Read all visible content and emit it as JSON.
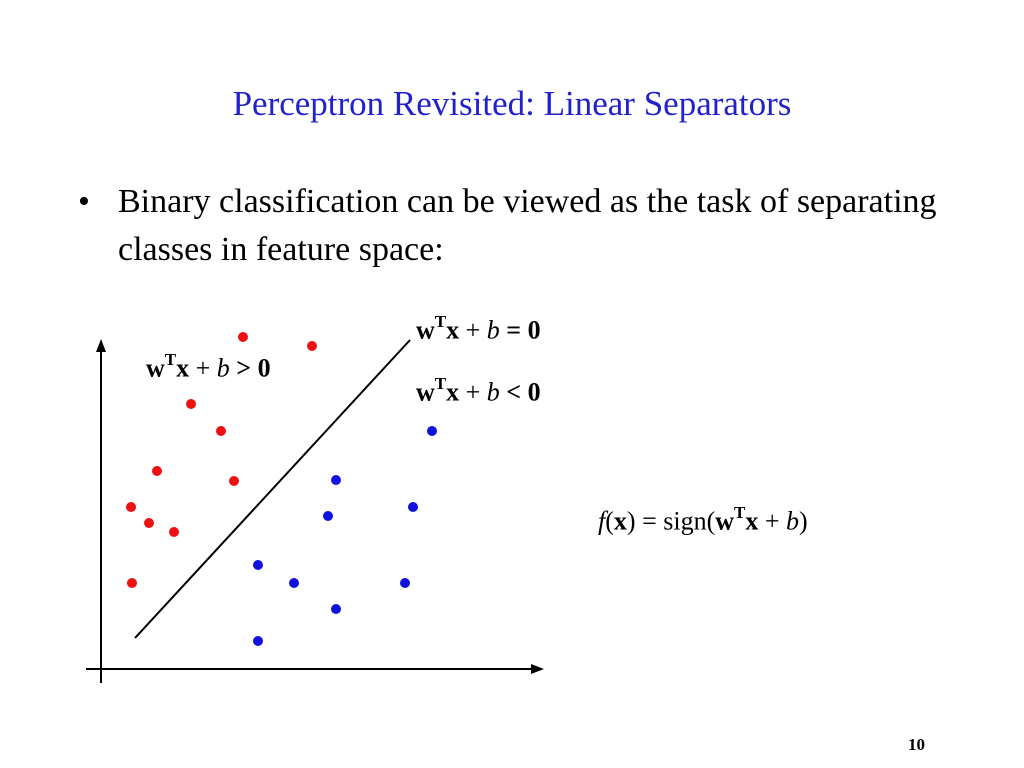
{
  "slide": {
    "title": "Perceptron Revisited:  Linear Separators",
    "bullet_symbol": "•",
    "bullet_text": "Binary classification can be viewed as the task of separating classes in feature space:",
    "page_number": "10"
  },
  "labels": {
    "positive_region": {
      "w": "w",
      "T": "T",
      "x": "x",
      "plus": " + ",
      "b": "b",
      "op": " > 0"
    },
    "boundary": {
      "w": "w",
      "T": "T",
      "x": "x",
      "plus": " + ",
      "b": "b",
      "op": " = 0"
    },
    "negative_region": {
      "w": "w",
      "T": "T",
      "x": "x",
      "plus": " + ",
      "b": "b",
      "op": " < 0"
    },
    "decision_function": {
      "f": "f",
      "open": "(",
      "x": "x",
      "eq": ") = sign(",
      "w": "w",
      "T": "T",
      "x2": "x",
      "plus": " + ",
      "b": "b",
      "close": ")"
    }
  },
  "colors": {
    "title": "#2222cc",
    "class_red": "#ee1111",
    "class_blue": "#1111dd",
    "lines": "#000000"
  }
}
